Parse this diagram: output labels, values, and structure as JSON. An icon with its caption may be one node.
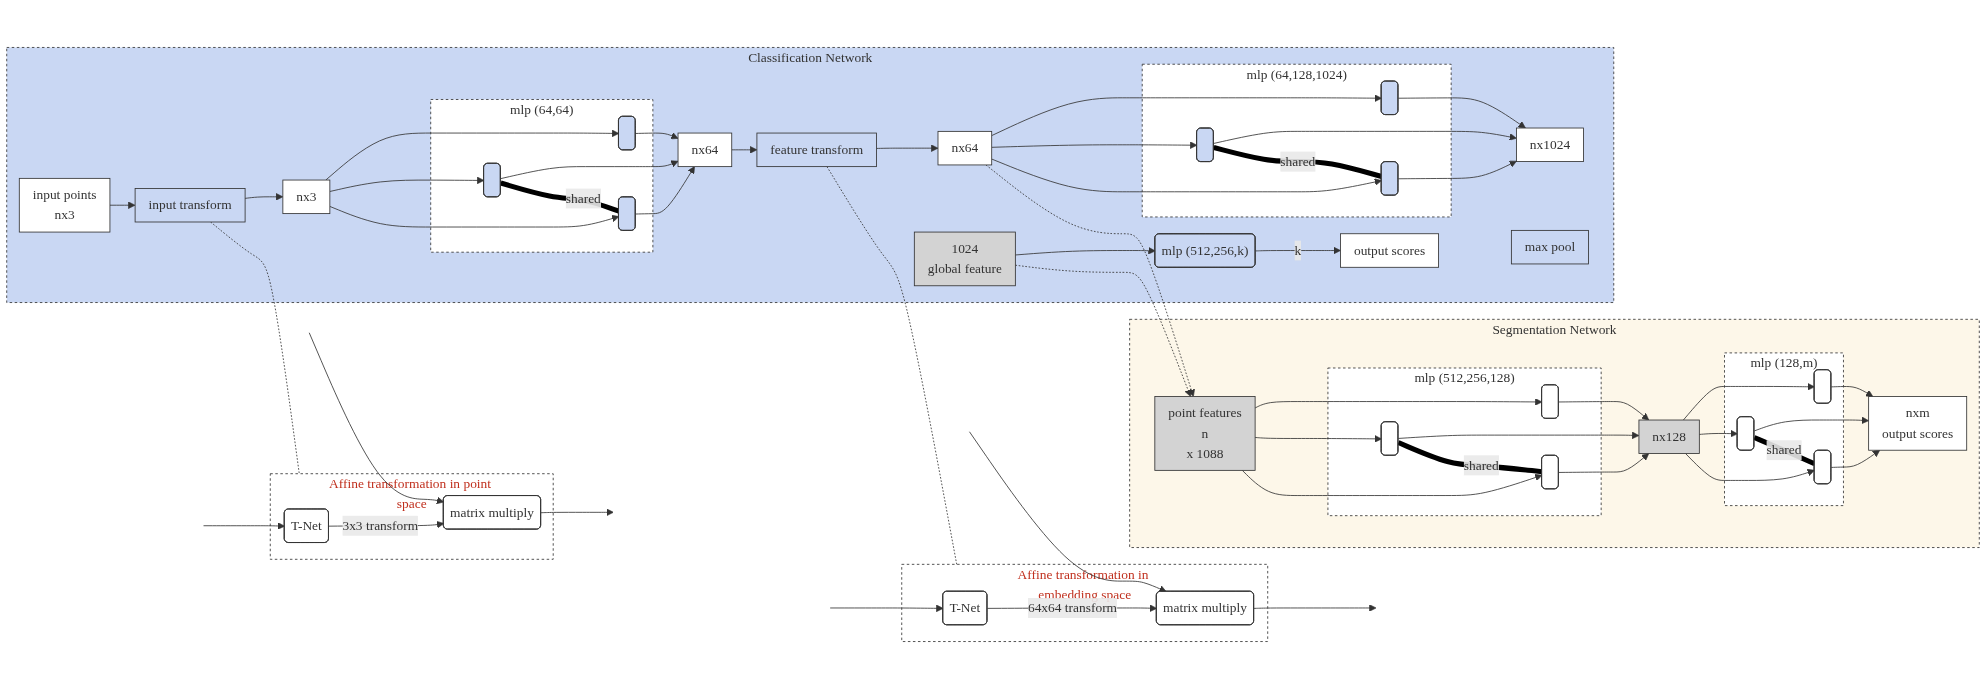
{
  "diagram": {
    "nodes": [
      {
        "text": [
          "Classification Network"
        ]
      },
      {
        "text": [
          "input points",
          "nx3"
        ],
        "in": 0
      },
      {
        "text": [
          "input transform"
        ],
        "in": 0
      },
      {
        "text": [
          "nx3"
        ],
        "in": 0
      },
      {
        "text": [
          "mlp (64,64)"
        ],
        "in": 0
      },
      {
        "text": [],
        "shape": "box",
        "in": 4
      },
      {
        "text": [],
        "shape": "box",
        "in": 4
      },
      {
        "text": [],
        "shape": "box",
        "in": 4
      },
      {
        "text": [
          "nx64"
        ],
        "in": 0
      },
      {
        "text": [
          "feature transform"
        ],
        "in": 0
      },
      {
        "text": [
          "nx64"
        ],
        "in": 0
      },
      {
        "text": [
          "mlp (64,128,1024)"
        ],
        "in": 0
      },
      {
        "text": [],
        "shape": "box",
        "in": 11
      },
      {
        "text": [],
        "shape": "box",
        "in": 11
      },
      {
        "text": [],
        "shape": "box",
        "in": 11
      },
      {
        "text": [
          "nx1024"
        ],
        "in": 0
      },
      {
        "text": [
          "max pool"
        ],
        "in": 0
      },
      {
        "text": [
          "1024",
          "global feature"
        ],
        "in": 0
      },
      {
        "text": [
          "mlp (512,256,k)"
        ],
        "in": 0
      },
      {
        "text": [
          "output scores"
        ],
        "in": 0
      },
      {
        "text": [
          "Segmentation Network"
        ]
      },
      {
        "text": [
          "point features",
          "n",
          "x 1088"
        ],
        "in": 20
      },
      {
        "text": [
          "mlp (512,256,128)"
        ],
        "in": 20
      },
      {
        "text": [],
        "shape": "box",
        "in": 22
      },
      {
        "text": [],
        "shape": "box",
        "in": 22
      },
      {
        "text": [],
        "shape": "box",
        "in": 22
      },
      {
        "text": [
          "nx128"
        ],
        "in": 20
      },
      {
        "text": [
          "mlp (128,m)"
        ],
        "in": 20
      },
      {
        "text": [],
        "shape": "box",
        "in": 27
      },
      {
        "text": [],
        "shape": "box",
        "in": 27
      },
      {
        "text": [],
        "shape": "box",
        "in": 27
      },
      {
        "text": [
          "nxm",
          "output scores"
        ],
        "in": 20
      },
      {
        "text": [
          "Affine transformation in point space"
        ]
      },
      {
        "text": [
          "T-Net"
        ],
        "in": 32
      },
      {
        "text": [
          "matrix multiply"
        ],
        "in": 32
      },
      {
        "text": [
          "Affine transformation in embedding space"
        ]
      },
      {
        "text": [
          "T-Net"
        ],
        "in": 35
      },
      {
        "text": [
          "matrix multiply"
        ],
        "in": 35
      }
    ],
    "edges": [
      {
        "from": 1,
        "to": 2,
        "arrow": "to"
      },
      {
        "from": 2,
        "to": 3,
        "arrow": "to"
      },
      {
        "from": 3,
        "to": 5,
        "arrow": "to"
      },
      {
        "from": 3,
        "to": 6,
        "arrow": "to"
      },
      {
        "from": 3,
        "to": 7,
        "arrow": "to"
      },
      {
        "from": 5,
        "to": 8,
        "arrow": "to"
      },
      {
        "from": 6,
        "to": 8,
        "arrow": "to"
      },
      {
        "from": 7,
        "to": 8,
        "arrow": "to"
      },
      {
        "from": 6,
        "to": 7,
        "arrow": "none",
        "style": "thick",
        "label": "shared"
      },
      {
        "from": 8,
        "to": 9,
        "arrow": "to"
      },
      {
        "from": 9,
        "to": 10,
        "arrow": "to"
      },
      {
        "from": 10,
        "to": 12,
        "arrow": "to"
      },
      {
        "from": 10,
        "to": 13,
        "arrow": "to"
      },
      {
        "from": 10,
        "to": 14,
        "arrow": "to"
      },
      {
        "from": 12,
        "to": 15,
        "arrow": "to"
      },
      {
        "from": 13,
        "to": 15,
        "arrow": "to"
      },
      {
        "from": 14,
        "to": 15,
        "arrow": "to"
      },
      {
        "from": 13,
        "to": 14,
        "arrow": "none",
        "style": "thick",
        "label": "shared"
      },
      {
        "from": 17,
        "to": 18,
        "arrow": "to"
      },
      {
        "from": 18,
        "to": 19,
        "arrow": "to",
        "label": "k"
      },
      {
        "from": 10,
        "to": 21,
        "arrow": "to",
        "style": "dashed"
      },
      {
        "from": 17,
        "to": 21,
        "arrow": "to",
        "style": "dashed"
      },
      {
        "from": 21,
        "to": 23,
        "arrow": "to"
      },
      {
        "from": 21,
        "to": 24,
        "arrow": "to"
      },
      {
        "from": 21,
        "to": 25,
        "arrow": "to"
      },
      {
        "from": 23,
        "to": 26,
        "arrow": "to"
      },
      {
        "from": 24,
        "to": 26,
        "arrow": "to"
      },
      {
        "from": 25,
        "to": 26,
        "arrow": "to"
      },
      {
        "from": 24,
        "to": 25,
        "arrow": "none",
        "style": "thick",
        "label": "shared"
      },
      {
        "from": 26,
        "to": 28,
        "arrow": "to"
      },
      {
        "from": 26,
        "to": 29,
        "arrow": "to"
      },
      {
        "from": 26,
        "to": 30,
        "arrow": "to"
      },
      {
        "from": 28,
        "to": 31,
        "arrow": "to"
      },
      {
        "from": 29,
        "to": 31,
        "arrow": "to"
      },
      {
        "from": 30,
        "to": 31,
        "arrow": "to"
      },
      {
        "from": 29,
        "to": 30,
        "arrow": "none",
        "style": "thick",
        "label": "shared"
      },
      {
        "from": 2,
        "to": 32,
        "arrow": "none",
        "style": "dashed"
      },
      {
        "from": 9,
        "to": 35,
        "arrow": "none",
        "style": "dashed"
      },
      {
        "from": null,
        "to": 33,
        "arrow": "to"
      },
      {
        "from": null,
        "to": 34,
        "arrow": "to"
      },
      {
        "from": 33,
        "to": 34,
        "arrow": "to",
        "label": "3x3 transform"
      },
      {
        "from": 34,
        "to": null,
        "arrow": "to"
      },
      {
        "from": null,
        "to": 36,
        "arrow": "to"
      },
      {
        "from": null,
        "to": 37,
        "arrow": "to"
      },
      {
        "from": 36,
        "to": 37,
        "arrow": "to",
        "label": "64x64 transform"
      },
      {
        "from": 37,
        "to": null,
        "arrow": "to"
      }
    ]
  }
}
